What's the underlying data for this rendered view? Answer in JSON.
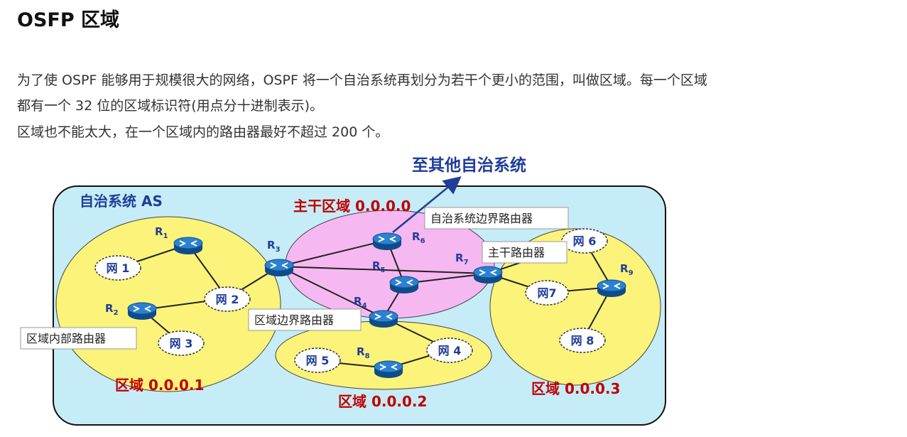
{
  "heading": "OSFP 区域",
  "paragraphs": {
    "line1": "为了使 OSPF 能够用于规模很大的网络，OSPF 将一个自治系统再划分为若干个更小的范围，叫做区域。每一个区域",
    "line2": "都有一个 32 位的区域标识符(用点分十进制表示)。",
    "line3": "区域也不能太大，在一个区域内的路由器最好不超过 200 个。"
  },
  "diagram": {
    "to_other_as": "至其他自治系统",
    "as_label": "自治系统 AS",
    "areas": {
      "backbone": "主干区域 0.0.0.0",
      "area1": "区域 0.0.0.1",
      "area2": "区域 0.0.0.2",
      "area3": "区域 0.0.0.3"
    },
    "callouts": {
      "as_border_router": "自治系统边界路由器",
      "backbone_router": "主干路由器",
      "area_border_router": "区域边界路由器",
      "internal_router": "区域内部路由器"
    },
    "routers": [
      {
        "base": "R",
        "sub": "1"
      },
      {
        "base": "R",
        "sub": "2"
      },
      {
        "base": "R",
        "sub": "3"
      },
      {
        "base": "R",
        "sub": "4"
      },
      {
        "base": "R",
        "sub": "5"
      },
      {
        "base": "R",
        "sub": "6"
      },
      {
        "base": "R",
        "sub": "7"
      },
      {
        "base": "R",
        "sub": "8"
      },
      {
        "base": "R",
        "sub": "9"
      }
    ],
    "networks": [
      "网 1",
      "网 2",
      "网 3",
      "网 4",
      "网 5",
      "网 6",
      "网7",
      "网 8"
    ],
    "colors": {
      "as_fill": "#c6ecf7",
      "area_fill": "#fbf37a",
      "backbone_fill": "#f6b8f0",
      "router_fill": "#1b67b3",
      "link": "#222222",
      "area_label": "#c00000",
      "blue_label": "#1f3d99"
    }
  }
}
